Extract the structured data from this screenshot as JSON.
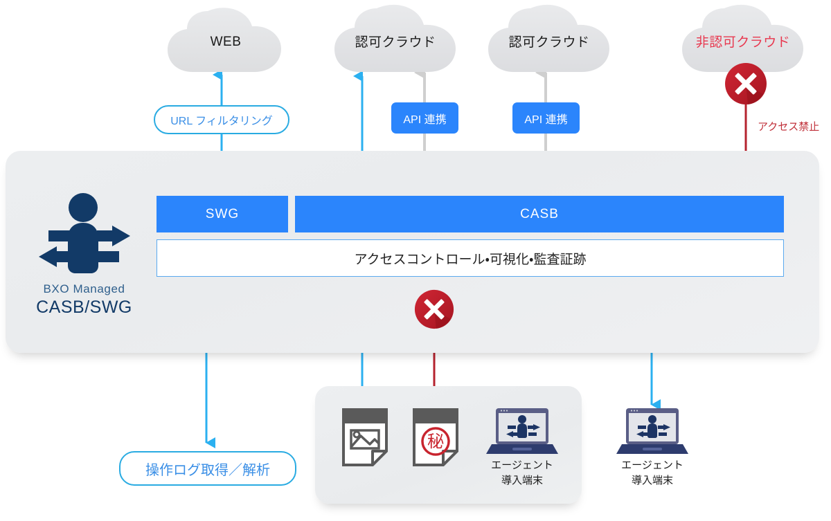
{
  "diagram": {
    "title": "BXO Managed CASB/SWG",
    "colors": {
      "blue": "#2B85FC",
      "cyan": "#29ABE2",
      "red": "#C0303A",
      "gray_arrow": "#CCCCCC",
      "navy": "#123A67",
      "panel_gray": "#ECEEF0"
    }
  },
  "clouds": [
    {
      "id": "web",
      "label": "WEB",
      "state": "allowed"
    },
    {
      "id": "approved-1",
      "label": "認可クラウド",
      "state": "allowed"
    },
    {
      "id": "approved-2",
      "label": "認可クラウド",
      "state": "allowed"
    },
    {
      "id": "unapproved",
      "label": "非認可クラウド",
      "state": "denied"
    }
  ],
  "connectors": [
    {
      "id": "url-filtering",
      "label": "URL フィルタリング",
      "style": "outline"
    },
    {
      "id": "api-link-1",
      "label": "API 連携",
      "style": "filled"
    },
    {
      "id": "api-link-2",
      "label": "API 連携",
      "style": "filled"
    },
    {
      "id": "operation-log",
      "label": "操作ログ取得／解析",
      "style": "outline"
    }
  ],
  "notes": [
    {
      "id": "access-denied",
      "label": "アクセス禁止"
    }
  ],
  "managed_panel": {
    "brand": {
      "line1": "BXO Managed",
      "line2": "CASB/SWG"
    },
    "icon": "user-traffic-icon",
    "bars": [
      {
        "id": "swg",
        "label": "SWG",
        "kind": "primary"
      },
      {
        "id": "casb",
        "label": "CASB",
        "kind": "primary"
      }
    ],
    "control_bar": {
      "id": "access-control",
      "label": "アクセスコントロール・可視化・監査証跡"
    }
  },
  "endpoints": {
    "group": {
      "files": [
        {
          "id": "image-file",
          "icon": "image-document-icon"
        },
        {
          "id": "secret-file",
          "icon": "confidential-document-icon",
          "stamp": "秘"
        }
      ],
      "device": {
        "id": "agent-device-1",
        "icon": "laptop-agent-icon",
        "caption_line1": "エージェント",
        "caption_line2": "導入端末"
      }
    },
    "standalone_device": {
      "id": "agent-device-2",
      "icon": "laptop-agent-icon",
      "caption_line1": "エージェント",
      "caption_line2": "導入端末"
    }
  },
  "blockers": [
    {
      "id": "block-unapproved-cloud",
      "icon": "x-circle-icon"
    },
    {
      "id": "block-secret-upload",
      "icon": "x-circle-icon"
    }
  ]
}
